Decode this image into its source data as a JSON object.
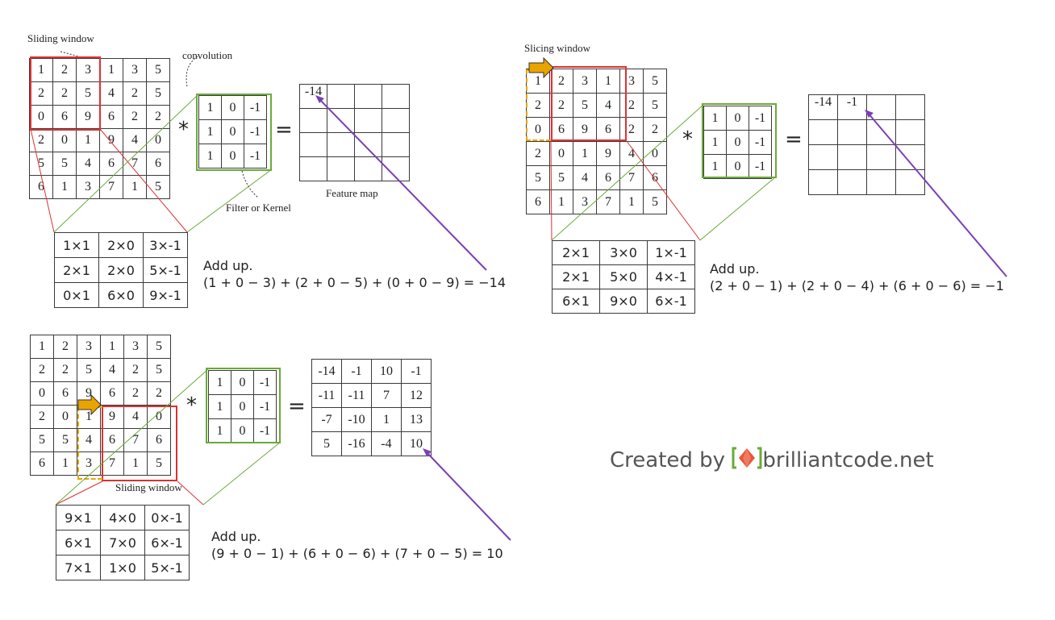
{
  "colors": {
    "window": "#e03030",
    "kernel": "#6aaa3a",
    "arrow": "#7a3fb5",
    "slide_arrow": "#e9a400"
  },
  "input_matrix": [
    [
      1,
      2,
      3,
      1,
      3,
      5
    ],
    [
      2,
      2,
      5,
      4,
      2,
      5
    ],
    [
      0,
      6,
      9,
      6,
      2,
      2
    ],
    [
      2,
      0,
      1,
      9,
      4,
      0
    ],
    [
      5,
      5,
      4,
      6,
      7,
      6
    ],
    [
      6,
      1,
      3,
      7,
      1,
      5
    ]
  ],
  "kernel": [
    [
      "1",
      "0",
      "-1"
    ],
    [
      "1",
      "0",
      "-1"
    ],
    [
      "1",
      "0",
      "-1"
    ]
  ],
  "panel1": {
    "sliding_window_label": "Sliding window",
    "convolution_label": "convolution",
    "filter_label": "Filter or Kernel",
    "feature_map_label": "Feature map",
    "star": "*",
    "equals": "=",
    "feature_value": "-14",
    "mult_rows": [
      [
        "1×1",
        "2×0",
        "3×-1"
      ],
      [
        "2×1",
        "2×0",
        "5×-1"
      ],
      [
        "0×1",
        "6×0",
        "9×-1"
      ]
    ],
    "addup_title": "Add up.",
    "addup_eq": "(1 + 0 − 3) + (2 + 0 − 5) + (0 + 0 − 9) = −14"
  },
  "panel2": {
    "sliding_window_label": "Slicing window",
    "star": "*",
    "equals": "=",
    "feature_values": [
      "-14",
      "-1"
    ],
    "mult_rows": [
      [
        "2×1",
        "3×0",
        "1×-1"
      ],
      [
        "2×1",
        "5×0",
        "4×-1"
      ],
      [
        "6×1",
        "9×0",
        "6×-1"
      ]
    ],
    "addup_title": "Add up.",
    "addup_eq": "(2 + 0 − 1) + (2 + 0 − 4) + (6 + 0 − 6) = −1"
  },
  "panel3": {
    "sliding_window_label": "Sliding window",
    "star": "*",
    "equals": "=",
    "feature_full": [
      [
        "-14",
        "-1",
        "10",
        "-1"
      ],
      [
        "-11",
        "-11",
        "7",
        "12"
      ],
      [
        "-7",
        "-10",
        "1",
        "13"
      ],
      [
        "5",
        "-16",
        "-4",
        "10"
      ]
    ],
    "mult_rows": [
      [
        "9×1",
        "4×0",
        "0×-1"
      ],
      [
        "6×1",
        "7×0",
        "6×-1"
      ],
      [
        "7×1",
        "1×0",
        "5×-1"
      ]
    ],
    "addup_title": "Add up.",
    "addup_eq": "(9 + 0 − 1) + (6 + 0 − 6) + (7 + 0 − 5) = 10"
  },
  "credit": {
    "prefix": "Created by ",
    "brand": "brilliantcode.net"
  }
}
